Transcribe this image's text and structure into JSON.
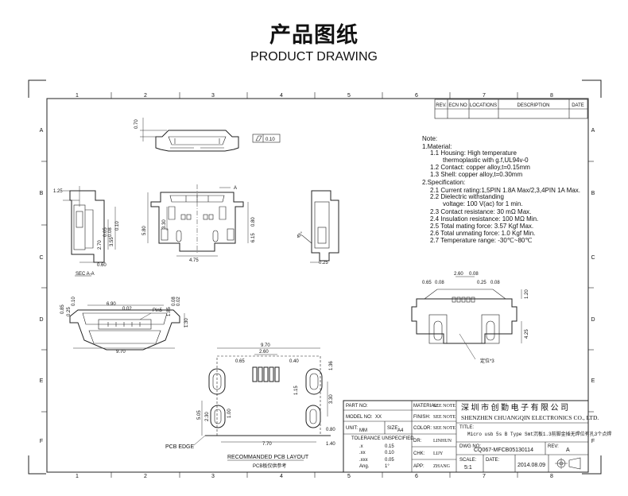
{
  "header": {
    "title_cn": "产品图纸",
    "title_en": "PRODUCT DRAWING"
  },
  "grid": {
    "columns": [
      "1",
      "2",
      "3",
      "4",
      "5",
      "6",
      "7",
      "8"
    ],
    "rows": [
      "A",
      "B",
      "C",
      "D",
      "E",
      "F"
    ]
  },
  "revision_table": {
    "headers": [
      "REV.",
      "ECN NO",
      "LOCATIONS",
      "DESCRIPTION",
      "DATE"
    ]
  },
  "notes": {
    "heading": "Note:",
    "lines": [
      "1.Material:",
      "1.1 Housing: High temperature",
      "thermoplastic with g.f,UL94v-0",
      "1.2 Contact: copper alloy,t=0.15mm",
      "1.3 Shell: copper alloy,t=0.30mm",
      "2.Specification:",
      "2.1 Current rating:1,5PIN 1.8A Max/2,3,4PIN 1A Max.",
      "2.2 Dielectric withstanding",
      "voltage: 100 V(ac) for 1 min.",
      "2.3 Contact resistance: 30 mΩ Max.",
      "2.4 Insulation resistance: 100 MΩ Min.",
      "2.5 Total mating force: 3.57 Kgf Max.",
      "2.6 Total unmating force: 1.0 Kgf Min.",
      "2.7 Temperature range: -30℃~80℃"
    ]
  },
  "dimensions": {
    "top_view": [
      "0.70",
      "0.10"
    ],
    "left_view": [
      "1.25",
      "2.70",
      "0.05",
      "0.08",
      "3.55",
      "0.10",
      "0.60",
      "SEC A-A"
    ],
    "front_view": [
      "A",
      "5.80",
      "3.30",
      "0.80",
      "6.15",
      "4.75"
    ],
    "side_view": [
      "0.25",
      "45°"
    ],
    "bottom_left_view": [
      "0.85",
      "0.25",
      "0.10",
      "6.90",
      "0.02",
      "Pin5",
      "1.85",
      "0.08",
      "0.02",
      "1.30",
      "9.70"
    ],
    "footprint_view": [
      "2.60",
      "0.08",
      "0.65",
      "0.08",
      "0.25",
      "0.08",
      "1.20",
      "4.25",
      "定位*3"
    ],
    "pcb_layout": [
      "9.70",
      "2.60",
      "0.65",
      "0.40",
      "1.36",
      "1.15",
      "3.30",
      "5.05",
      "2.30",
      "1.00",
      "0.80",
      "1.40",
      "7.70",
      "PCB EDGE"
    ]
  },
  "pcb_caption": {
    "title": "RECOMMANDED PCB LAYOUT",
    "subtitle": "PCB板仅供参考"
  },
  "title_block": {
    "part_no_label": "PART NO:",
    "part_no": "",
    "model_no_label": "MODEL NO:",
    "model_no": "XX",
    "unit_label": "UNIT:",
    "unit": "MM",
    "size_label": "SIZE:",
    "size": "A4",
    "tolerance_label": "TOLERANCE UNSPECIFIED",
    "tolerance_rows": [
      {
        "k": ".x",
        "v": "0.15"
      },
      {
        "k": ".xx",
        "v": "0.10"
      },
      {
        "k": ".xxx",
        "v": "0.05"
      },
      {
        "k": "Ang.",
        "v": "1°"
      }
    ],
    "material_label": "MATERIAL:",
    "material": "SEE NOTE",
    "finish_label": "FINISH:",
    "finish": "SEE NOTE",
    "color_label": "COLOR:",
    "color": "SEE NOTE",
    "dr_label": "DR:",
    "dr": "LINHUN",
    "chk_label": "CHK:",
    "chk": "LIJY",
    "app_label": "APP:",
    "app": "ZHANG",
    "company_cn": "深 圳 市 创 勤 电 子 有 限 公 司",
    "company_en": "SHENZHEN CHUANGQIN ELECTRONICS CO., LTD.",
    "title_label": "TITLE:",
    "title_text": "Micro usb 5s B Type Smt沉板1.3前脚金插无焊位有孔3个点焊",
    "dwg_label": "DWG NO:",
    "dwg_no": "CQ067-MFCB05130114",
    "rev_label": "REV:",
    "rev": "A",
    "scale_label": "SCALE:",
    "scale": "5:1",
    "date_label": "DATE:",
    "date": "2014.08.09"
  }
}
